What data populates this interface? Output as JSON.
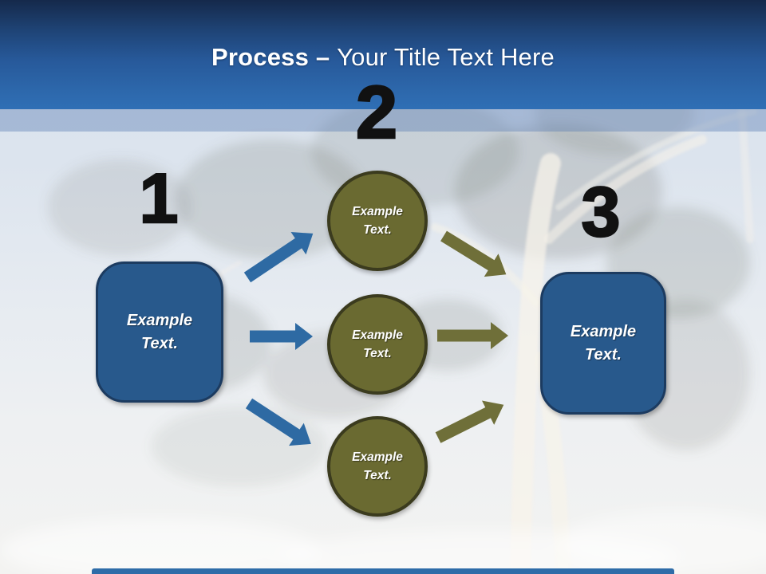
{
  "header": {
    "title_bold": "Process –",
    "title_rest": "Your Title Text Here"
  },
  "steps": [
    {
      "number": "1"
    },
    {
      "number": "2"
    },
    {
      "number": "3"
    }
  ],
  "left_box": {
    "line1": "Example",
    "line2": "Text."
  },
  "right_box": {
    "line1": "Example",
    "line2": "Text."
  },
  "circles": [
    {
      "line1": "Example",
      "line2": "Text."
    },
    {
      "line1": "Example",
      "line2": "Text."
    },
    {
      "line1": "Example",
      "line2": "Text."
    }
  ],
  "colors": {
    "header_gradient_top": "#15294b",
    "header_gradient_bottom": "#2f6fb5",
    "band_overlay": "rgba(88,122,178,0.40)",
    "box_fill": "#28598c",
    "box_border": "#1c3b60",
    "circle_fill": "#6a6a31",
    "circle_border": "#3b3b1e",
    "arrow_blue": "#2e6aa3",
    "arrow_olive": "#6f6f39",
    "number_color": "#111111",
    "title_color": "#ffffff",
    "footer_bar": "#2e6ca8"
  }
}
